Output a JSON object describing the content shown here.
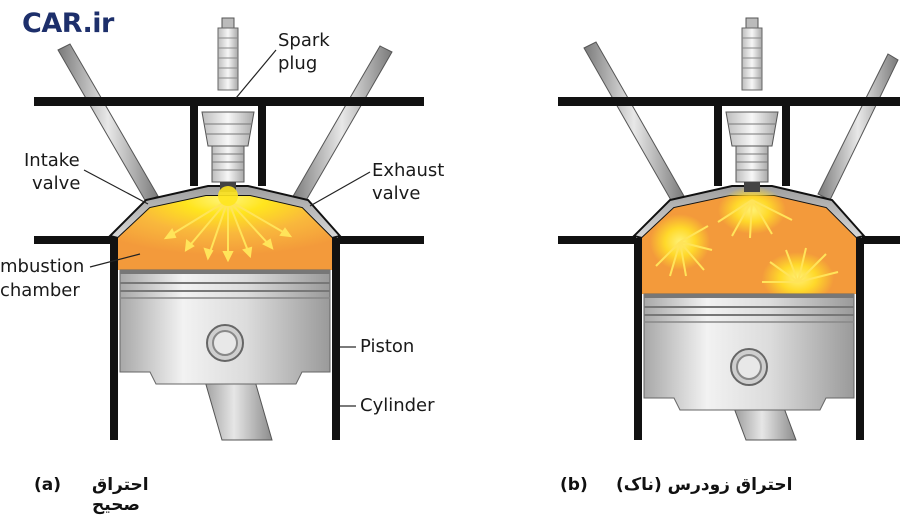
{
  "logo": {
    "text": "CAR.ir"
  },
  "labels": {
    "spark_plug_1": "Spark",
    "spark_plug_2": "plug",
    "intake_1": "Intake",
    "intake_2": "valve",
    "exhaust_1": "Exhaust",
    "exhaust_2": "valve",
    "combustion_1": "mbustion",
    "combustion_2": "chamber",
    "piston": "Piston",
    "cylinder": "Cylinder"
  },
  "captions": {
    "a_letter": "(a)",
    "a_text": "احتراق صحیح",
    "b_letter": "(b)",
    "b_text": "احتراق زودرس (ناک)"
  },
  "colors": {
    "flame_yellow": "#ffe51e",
    "flame_orange": "#f6912f",
    "chamber_orange": "#f39a3b",
    "metal_dark": "#111111",
    "piston_silver": "#d9d9d9",
    "logo_blue": "#1d2f6b",
    "logo_accent": "#e8392b"
  }
}
